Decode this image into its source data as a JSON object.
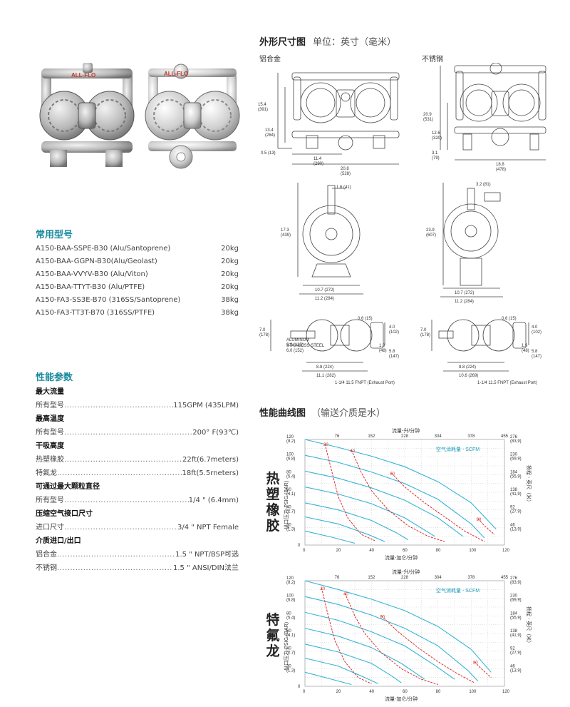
{
  "models": {
    "heading": "常用型号",
    "rows": [
      {
        "name": "A150-BAA-SSPE-B30 (Alu/Santoprene)",
        "weight": "20kg"
      },
      {
        "name": "A150-BAA-GGPN-B30(Alu/Geolast)",
        "weight": "20kg"
      },
      {
        "name": "A150-BAA-VVYV-B30 (Alu/Viton)",
        "weight": "20kg"
      },
      {
        "name": "A150-BAA-TTYT-B30 (Alu/PTFE)",
        "weight": "20kg"
      },
      {
        "name": "A150-FA3-SS3E-B70  (316SS/Santoprene)",
        "weight": "38kg"
      },
      {
        "name": "A150-FA3-TT3T-B70 (316SS/PTFE)",
        "weight": "38kg"
      }
    ]
  },
  "specs": {
    "heading": "性能参数",
    "groups": [
      {
        "title": "最大流量",
        "lines": [
          {
            "label": "所有型号",
            "value": "115GPM (435LPM)"
          }
        ]
      },
      {
        "title": "最高温度",
        "lines": [
          {
            "label": "所有型号",
            "value": "200° F(93℃)"
          }
        ]
      },
      {
        "title": "干吸高度",
        "lines": [
          {
            "label": "热塑橡胶",
            "value": "22ft(6.7meters)"
          },
          {
            "label": "特氟龙",
            "value": "18ft(5.5rneters)"
          }
        ]
      },
      {
        "title": "可通过最大颗粒直径",
        "lines": [
          {
            "label": "所有型号",
            "value": "1/4 \" (6.4mm)"
          }
        ]
      },
      {
        "title": "压缩空气接口尺寸",
        "lines": [
          {
            "label": "进口尺寸",
            "value": "3/4 \" NPT Female"
          }
        ]
      },
      {
        "title": "介质进口/出口",
        "lines": [
          {
            "label": "铝合金",
            "value": "1.5 \" NPT/BSP可选"
          },
          {
            "label": "不锈钢",
            "value": "1.5 \" ANSI/DIN法兰"
          }
        ]
      }
    ]
  },
  "dimensions": {
    "title": "外形尺寸图",
    "unit": "单位：英寸（毫米）",
    "label_alu": "铝合金",
    "label_ss": "不锈钢",
    "logo_text": "ALL-FLO",
    "alu_front": {
      "h_total": "15.4\n(391)",
      "h_mid": "13.4\n(284)",
      "h_base": "0.5 (13)",
      "w_inner": "11.4\n(290)",
      "w_total": "20.8\n(528)"
    },
    "ss_front": {
      "h_total": "20.9\n(531)",
      "h_mid": "12.6\n(320)",
      "h_base": "3.1\n(79)",
      "w_total": "18.8\n(478)"
    },
    "alu_side": {
      "top": "1.6 (41)",
      "h": "17.3\n(439)",
      "w1": "10.7 (272)",
      "w2": "11.2 (284)"
    },
    "ss_side": {
      "top": "3.2 (81)",
      "h": "23.9\n(607)",
      "w1": "10.7 (272)",
      "w2": "11.2 (284)"
    },
    "alu_top": {
      "a": "7.0\n(178)",
      "b": "ALUMINUM\n5.3 (135)",
      "c": "STAINLESS STEEL\n6.0 (152)",
      "d": "0.6 (15)",
      "e": "4.0\n(102)",
      "f": "1.9\n(48)",
      "g": "5.8\n(147)",
      "w1": "8.8 (224)",
      "w2": "11.1 (282)",
      "port": "1-1/4 11.5 FNPT (Exhaust Port)"
    },
    "ss_top": {
      "a": "7.0\n(178)",
      "d": "0.6 (15)",
      "e": "4.0\n(102)",
      "f": "1.9\n(48)",
      "g": "5.8\n(147)",
      "w1": "8.8 (224)",
      "w2": "10.6 (269)",
      "port": "1-1/4 11.5 FNPT (Exhaust Port)"
    }
  },
  "performance": {
    "title": "性能曲线图",
    "note": "（输送介质是水）"
  },
  "chart_data": [
    {
      "type": "line",
      "title": "热塑橡胶",
      "xlabel": "流量-加仑/分钟",
      "x2label": "流量-升/分钟",
      "ylabel": "出口压力-PSIG (BAR)",
      "y2label": "扬程 - 英尺（米）",
      "legend": "空气消耗量 - SCFM",
      "xlim": [
        0,
        120
      ],
      "ylim": [
        0,
        120
      ],
      "x_ticks": [
        "0",
        "20",
        "40",
        "60",
        "80",
        "100",
        "120"
      ],
      "x2_ticks": [
        "76",
        "152",
        "228",
        "304",
        "378",
        "455"
      ],
      "y_ticks": [
        "20\n(1,3)",
        "40\n(2,7)",
        "60\n(4,1)",
        "80\n(5,4)",
        "100\n(6,8)",
        "120\n(8,2)"
      ],
      "y2_ticks": [
        "46\n(13,9)",
        "92\n(27,9)",
        "138\n(41,9)",
        "184\n(55,9)",
        "230\n(69,9)",
        "276\n(83,9)"
      ],
      "series": [
        {
          "group": "pressure",
          "values": [
            [
              0,
              120
            ],
            [
              20,
              111
            ],
            [
              40,
              101
            ],
            [
              60,
              89
            ],
            [
              80,
              72
            ],
            [
              100,
              48
            ],
            [
              115,
              18
            ]
          ]
        },
        {
          "group": "pressure",
          "values": [
            [
              0,
              102
            ],
            [
              20,
              94
            ],
            [
              40,
              83
            ],
            [
              60,
              70
            ],
            [
              80,
              52
            ],
            [
              100,
              24
            ],
            [
              108,
              8
            ]
          ]
        },
        {
          "group": "pressure",
          "values": [
            [
              0,
              84
            ],
            [
              20,
              76
            ],
            [
              40,
              65
            ],
            [
              60,
              51
            ],
            [
              80,
              31
            ],
            [
              95,
              10
            ]
          ]
        },
        {
          "group": "pressure",
          "values": [
            [
              0,
              66
            ],
            [
              20,
              58
            ],
            [
              40,
              47
            ],
            [
              60,
              31
            ],
            [
              78,
              10
            ]
          ]
        },
        {
          "group": "pressure",
          "values": [
            [
              0,
              48
            ],
            [
              20,
              40
            ],
            [
              40,
              28
            ],
            [
              55,
              14
            ],
            [
              62,
              6
            ]
          ]
        },
        {
          "group": "pressure",
          "values": [
            [
              0,
              32
            ],
            [
              20,
              24
            ],
            [
              38,
              12
            ],
            [
              48,
              4
            ]
          ]
        },
        {
          "group": "pressure",
          "values": [
            [
              0,
              16
            ],
            [
              16,
              9
            ],
            [
              30,
              2
            ]
          ]
        },
        {
          "group": "air",
          "name": "20",
          "values": [
            [
              12,
              115
            ],
            [
              16,
              85
            ],
            [
              20,
              55
            ],
            [
              26,
              30
            ],
            [
              34,
              12
            ],
            [
              42,
              5
            ]
          ]
        },
        {
          "group": "air",
          "name": "40",
          "values": [
            [
              28,
              108
            ],
            [
              34,
              82
            ],
            [
              40,
              62
            ],
            [
              50,
              40
            ],
            [
              62,
              22
            ],
            [
              74,
              10
            ],
            [
              84,
              4
            ]
          ]
        },
        {
          "group": "air",
          "name": "60",
          "values": [
            [
              52,
              82
            ],
            [
              60,
              66
            ],
            [
              72,
              48
            ],
            [
              84,
              32
            ],
            [
              96,
              16
            ],
            [
              108,
              4
            ]
          ]
        },
        {
          "group": "air",
          "name": "80",
          "values": [
            [
              104,
              30
            ],
            [
              108,
              22
            ],
            [
              114,
              12
            ]
          ]
        }
      ]
    },
    {
      "type": "line",
      "title": "特氟龙",
      "xlabel": "流量-加仑/分钟",
      "x2label": "流量-升/分钟",
      "ylabel": "出口压力-PSIG (BAR)",
      "y2label": "扬程 - 英尺（米）",
      "legend": "空气消耗量 - SCFM",
      "xlim": [
        0,
        120
      ],
      "ylim": [
        0,
        120
      ],
      "x_ticks": [
        "0",
        "20",
        "40",
        "60",
        "80",
        "100",
        "120"
      ],
      "x2_ticks": [
        "76",
        "152",
        "228",
        "304",
        "378",
        "455"
      ],
      "y_ticks": [
        "20\n(1,3)",
        "40\n(2,7)",
        "60\n(4,1)",
        "80\n(5,4)",
        "100\n(6,8)",
        "120\n(8,2)"
      ],
      "y2_ticks": [
        "46\n(13,9)",
        "92\n(27,9)",
        "138\n(41,9)",
        "184\n(55,9)",
        "230\n(69,9)",
        "276\n(83,9)"
      ],
      "series": [
        {
          "group": "pressure",
          "values": [
            [
              0,
              120
            ],
            [
              20,
              110
            ],
            [
              40,
              99
            ],
            [
              60,
              86
            ],
            [
              80,
              68
            ],
            [
              100,
              42
            ],
            [
              112,
              16
            ]
          ]
        },
        {
          "group": "pressure",
          "values": [
            [
              0,
              102
            ],
            [
              20,
              93
            ],
            [
              40,
              81
            ],
            [
              60,
              66
            ],
            [
              80,
              46
            ],
            [
              98,
              18
            ],
            [
              104,
              6
            ]
          ]
        },
        {
          "group": "pressure",
          "values": [
            [
              0,
              84
            ],
            [
              20,
              75
            ],
            [
              40,
              62
            ],
            [
              60,
              46
            ],
            [
              78,
              24
            ],
            [
              90,
              8
            ]
          ]
        },
        {
          "group": "pressure",
          "values": [
            [
              0,
              66
            ],
            [
              20,
              57
            ],
            [
              40,
              44
            ],
            [
              58,
              26
            ],
            [
              72,
              8
            ]
          ]
        },
        {
          "group": "pressure",
          "values": [
            [
              0,
              48
            ],
            [
              20,
              39
            ],
            [
              40,
              26
            ],
            [
              52,
              12
            ],
            [
              58,
              4
            ]
          ]
        },
        {
          "group": "pressure",
          "values": [
            [
              0,
              32
            ],
            [
              20,
              23
            ],
            [
              36,
              10
            ],
            [
              44,
              3
            ]
          ]
        },
        {
          "group": "pressure",
          "values": [
            [
              0,
              16
            ],
            [
              14,
              9
            ],
            [
              28,
              2
            ]
          ]
        },
        {
          "group": "air",
          "name": "20",
          "values": [
            [
              10,
              112
            ],
            [
              14,
              80
            ],
            [
              18,
              52
            ],
            [
              24,
              28
            ],
            [
              32,
              10
            ],
            [
              40,
              3
            ]
          ]
        },
        {
          "group": "air",
          "name": "40",
          "values": [
            [
              24,
              106
            ],
            [
              30,
              80
            ],
            [
              36,
              60
            ],
            [
              46,
              38
            ],
            [
              58,
              20
            ],
            [
              70,
              8
            ],
            [
              80,
              2
            ]
          ]
        },
        {
          "group": "air",
          "name": "60",
          "values": [
            [
              46,
              80
            ],
            [
              56,
              62
            ],
            [
              68,
              44
            ],
            [
              80,
              28
            ],
            [
              92,
              14
            ],
            [
              102,
              4
            ]
          ]
        },
        {
          "group": "air",
          "name": "80",
          "values": [
            [
              102,
              28
            ],
            [
              106,
              20
            ],
            [
              112,
              10
            ]
          ]
        }
      ]
    }
  ]
}
